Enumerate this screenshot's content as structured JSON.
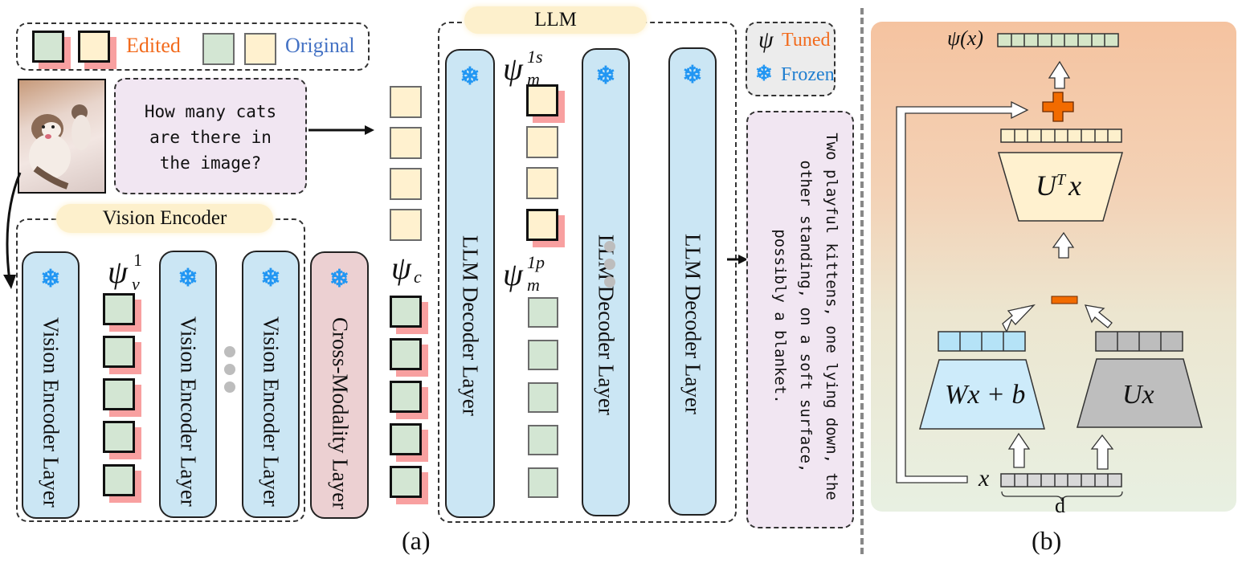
{
  "legend_top": {
    "edited_label": "Edited",
    "original_label": "Original",
    "edited_color": "#f26b1d",
    "original_color": "#4472c4"
  },
  "legend_right": {
    "tuned_symbol": "ψ",
    "tuned_label": "Tuned",
    "frozen_icon": "snowflake-icon",
    "frozen_label": "Frozen",
    "tuned_color": "#f26b1d",
    "frozen_color": "#1f7ed0"
  },
  "input": {
    "image_alt": "Two kittens on a blanket",
    "question": "How many cats are there in the image?"
  },
  "vision_encoder": {
    "title": "Vision Encoder",
    "layers": [
      "Vision Encoder Layer",
      "Vision Encoder Layer",
      "Vision Encoder Layer"
    ],
    "adapter_symbol": "ψ",
    "adapter_sub": "v",
    "adapter_sup": "1"
  },
  "cross_modality": {
    "label": "Cross-Modality Layer",
    "adapter_symbol": "ψ",
    "adapter_sub": "c"
  },
  "llm": {
    "title": "LLM",
    "layers": [
      "LLM Decoder Layer",
      "LLM Decoder Layer",
      "LLM Decoder Layer"
    ],
    "adapter_s_symbol": "ψ",
    "adapter_s_sub": "m",
    "adapter_s_sup": "1s",
    "adapter_p_symbol": "ψ",
    "adapter_p_sub": "m",
    "adapter_p_sup": "1p"
  },
  "output": {
    "answer": "Two playful kittens, one lying down, the other standing, on a soft surface, possibly a blanket."
  },
  "panel_b": {
    "output_label": "ψ(x)",
    "utx_label": "UᵀX",
    "utx_main": "U",
    "utx_sup": "T",
    "utx_x": "x",
    "wxb_label": "Wx + b",
    "ux_label": "Ux",
    "input_label": "x",
    "dim_label": "d",
    "plus_op": "+",
    "minus_op": "−",
    "op_color": "#f26b00"
  },
  "captions": {
    "a": "(a)",
    "b": "(b)"
  }
}
